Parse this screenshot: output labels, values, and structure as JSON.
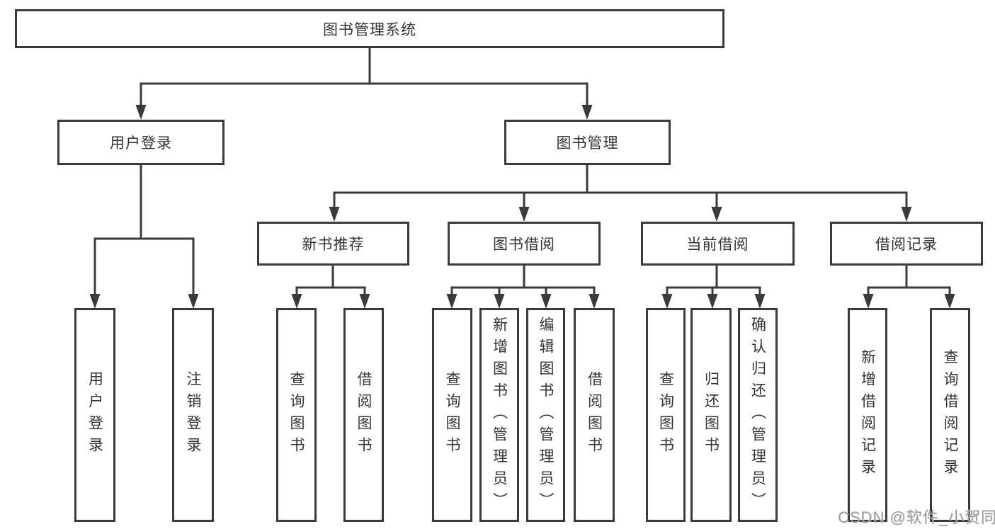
{
  "diagram": {
    "root": {
      "label": "图书管理系统"
    },
    "user_branch": {
      "label": "用户登录",
      "children": [
        {
          "label": "用户登录"
        },
        {
          "label": "注销登录"
        }
      ]
    },
    "mgmt_branch": {
      "label": "图书管理",
      "children": [
        {
          "label": "新书推荐",
          "children": [
            {
              "label": "查询图书"
            },
            {
              "label": "借阅图书"
            }
          ]
        },
        {
          "label": "图书借阅",
          "children": [
            {
              "label": "查询图书"
            },
            {
              "label": "新增图书（管理员）"
            },
            {
              "label": "编辑图书（管理员）"
            },
            {
              "label": "借阅图书"
            }
          ]
        },
        {
          "label": "当前借阅",
          "children": [
            {
              "label": "查询图书"
            },
            {
              "label": "归还图书"
            },
            {
              "label": "确认归还（管理员）"
            }
          ]
        },
        {
          "label": "借阅记录",
          "children": [
            {
              "label": "新增借阅记录"
            },
            {
              "label": "查询借阅记录"
            }
          ]
        }
      ]
    }
  },
  "watermark": {
    "text": "CSDN @软件_小贺同学"
  },
  "colors": {
    "line": "#3a3a3a",
    "text": "#333333",
    "watermark": "#9b9b9b",
    "background": "#ffffff"
  }
}
